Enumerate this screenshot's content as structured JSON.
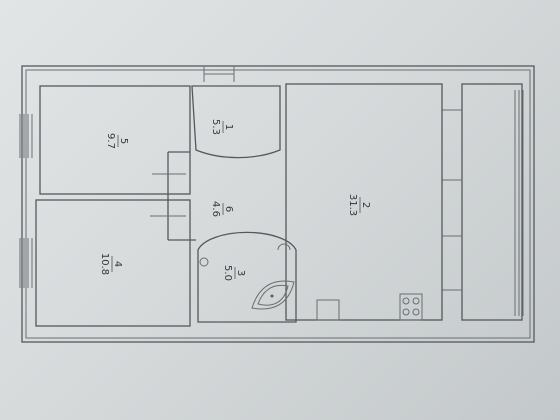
{
  "plan": {
    "rooms": [
      {
        "id": "5",
        "area": "9.7"
      },
      {
        "id": "1",
        "area": "5.3"
      },
      {
        "id": "2",
        "area": "31.3"
      },
      {
        "id": "6",
        "area": "4.6"
      },
      {
        "id": "4",
        "area": "10.8"
      },
      {
        "id": "3",
        "area": "5.0"
      }
    ]
  }
}
